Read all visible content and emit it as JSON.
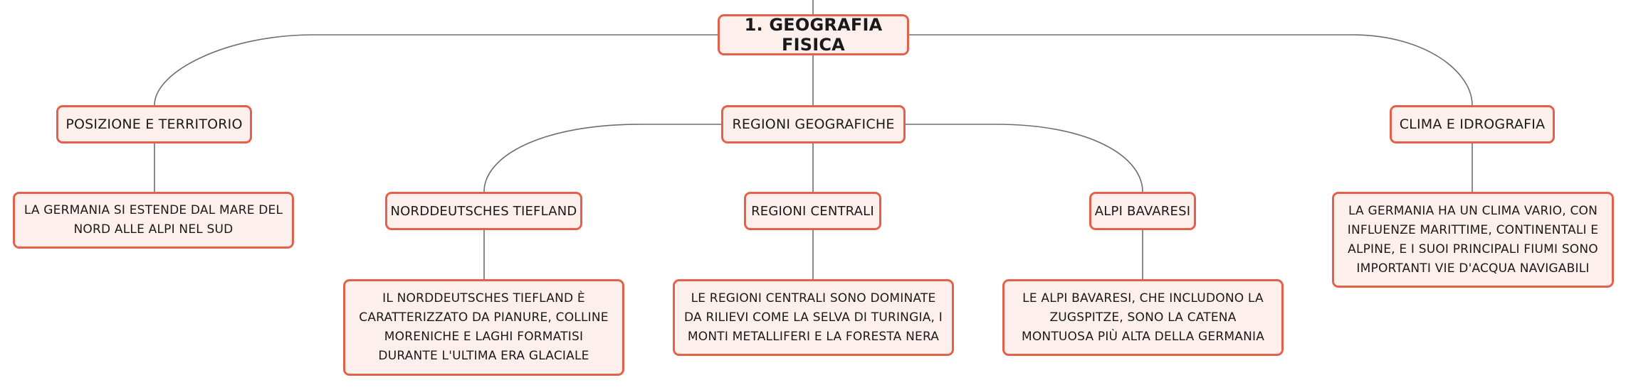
{
  "root": {
    "label": "1. GEOGRAFIA FISICA"
  },
  "branches": {
    "posizione": {
      "label": "POSIZIONE E TERRITORIO",
      "description": "LA GERMANIA SI ESTENDE DAL MARE DEL NORD ALLE ALPI NEL SUD"
    },
    "regioni": {
      "label": "REGIONI GEOGRAFICHE",
      "children": {
        "tiefland": {
          "label": "NORDDEUTSCHES TIEFLAND",
          "description": "IL NORDDEUTSCHES TIEFLAND È CARATTERIZZATO DA PIANURE, COLLINE MORENICHE E LAGHI FORMATISI DURANTE L'ULTIMA ERA GLACIALE"
        },
        "centrali": {
          "label": "REGIONI CENTRALI",
          "description": "LE REGIONI CENTRALI SONO DOMINATE DA RILIEVI COME LA SELVA DI TURINGIA, I MONTI METALLIFERI E LA FORESTA NERA"
        },
        "alpi": {
          "label": "ALPI BAVARESI",
          "description": "LE ALPI BAVARESI, CHE INCLUDONO LA ZUGSPITZE, SONO LA CATENA MONTUOSA PIÙ ALTA DELLA GERMANIA"
        }
      }
    },
    "clima": {
      "label": "CLIMA E IDROGRAFIA",
      "description": "LA GERMANIA HA UN CLIMA VARIO, CON INFLUENZE MARITTIME, CONTINENTALI E ALPINE, E I SUOI PRINCIPALI FIUMI SONO IMPORTANTI VIE D'ACQUA NAVIGABILI"
    }
  },
  "colors": {
    "node_fill": "#fdefeb",
    "node_border": "#e4604a",
    "connector": "#6e6e6e"
  }
}
